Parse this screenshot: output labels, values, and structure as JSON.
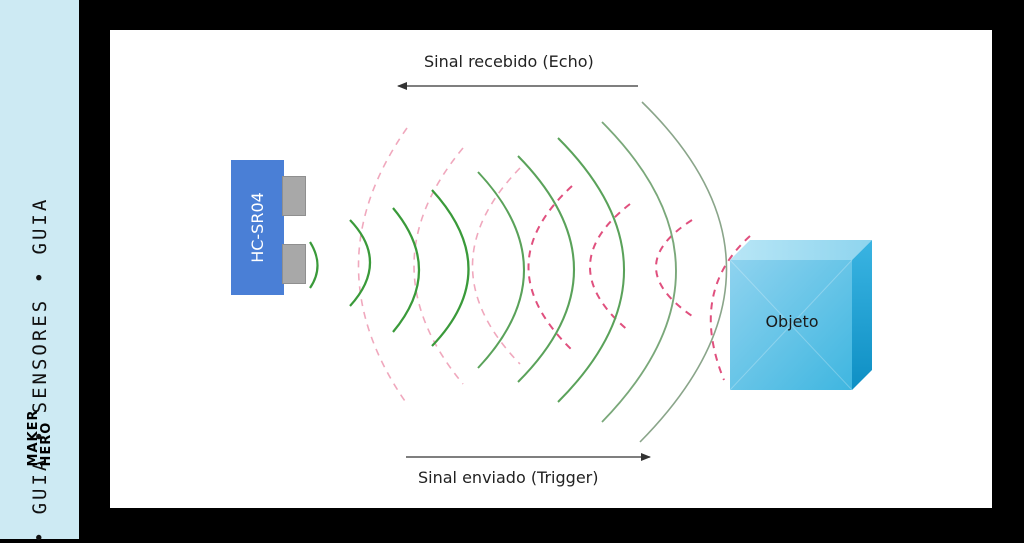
{
  "sidebar": {
    "tagline": "• GUIA • SENSORES • GUIA",
    "logo_line1": "MAKER",
    "logo_line2": "HERO",
    "bg_color": "#cdeaf3"
  },
  "diagram": {
    "echo_label": "Sinal recebido (Echo)",
    "trigger_label": "Sinal enviado (Trigger)",
    "sensor_label": "HC-SR04",
    "object_label": "Objeto",
    "colors": {
      "sensor": "#4a7fd6",
      "sent_wave": "#3a9a3a",
      "echo_wave": "#e0507e",
      "object": "#2aa8d6"
    }
  }
}
